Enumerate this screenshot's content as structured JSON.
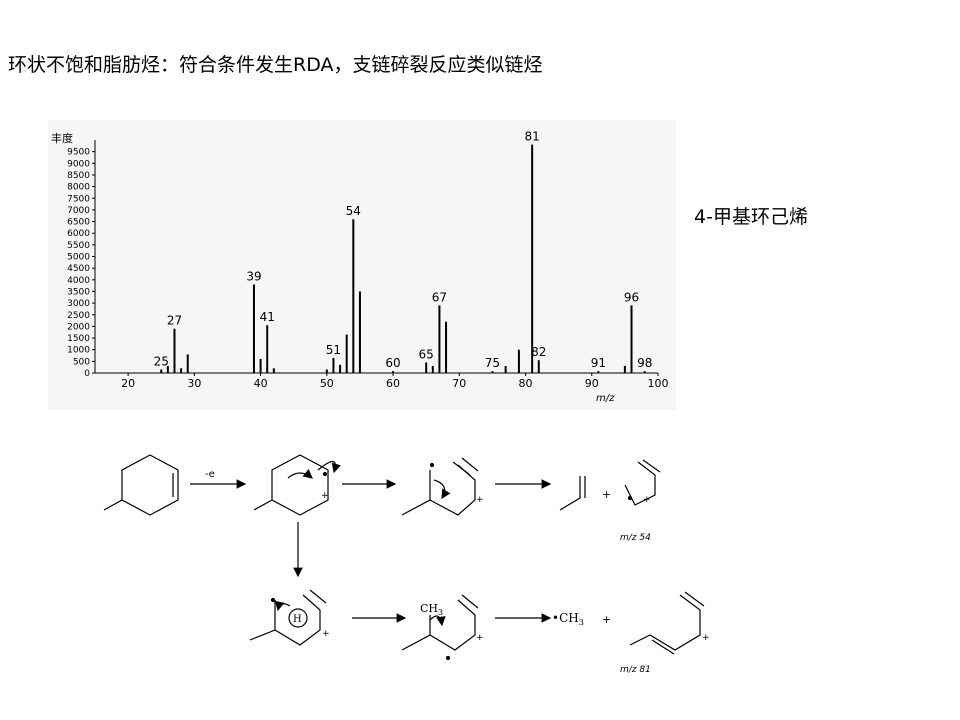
{
  "slide": {
    "heading": "环状不饱和脂肪烃：符合条件发生RDA，支链碎裂反应类似链烃",
    "compound_name": "4-甲基环己烯"
  },
  "chart_data": {
    "type": "bar",
    "title": "",
    "ylabel": "丰度",
    "xlabel": "m/z",
    "xlim": [
      15,
      100
    ],
    "ylim": [
      0,
      10000
    ],
    "x_ticks": [
      20,
      30,
      40,
      50,
      60,
      70,
      80,
      90,
      100
    ],
    "y_ticks": [
      0,
      500,
      1000,
      1500,
      2000,
      2500,
      3000,
      3500,
      4000,
      4500,
      5000,
      5500,
      6000,
      6500,
      7000,
      7500,
      8000,
      8500,
      9000,
      9500
    ],
    "peaks": [
      {
        "mz": 25,
        "intensity": 150,
        "label": "25"
      },
      {
        "mz": 26,
        "intensity": 300,
        "label": ""
      },
      {
        "mz": 27,
        "intensity": 1900,
        "label": "27"
      },
      {
        "mz": 28,
        "intensity": 200,
        "label": ""
      },
      {
        "mz": 29,
        "intensity": 800,
        "label": ""
      },
      {
        "mz": 39,
        "intensity": 3800,
        "label": "39"
      },
      {
        "mz": 40,
        "intensity": 600,
        "label": ""
      },
      {
        "mz": 41,
        "intensity": 2050,
        "label": "41"
      },
      {
        "mz": 42,
        "intensity": 200,
        "label": ""
      },
      {
        "mz": 50,
        "intensity": 150,
        "label": ""
      },
      {
        "mz": 51,
        "intensity": 650,
        "label": "51"
      },
      {
        "mz": 52,
        "intensity": 350,
        "label": ""
      },
      {
        "mz": 53,
        "intensity": 1650,
        "label": ""
      },
      {
        "mz": 54,
        "intensity": 6600,
        "label": "54"
      },
      {
        "mz": 55,
        "intensity": 3500,
        "label": ""
      },
      {
        "mz": 60,
        "intensity": 80,
        "label": "60"
      },
      {
        "mz": 65,
        "intensity": 450,
        "label": "65"
      },
      {
        "mz": 66,
        "intensity": 300,
        "label": ""
      },
      {
        "mz": 67,
        "intensity": 2900,
        "label": "67"
      },
      {
        "mz": 68,
        "intensity": 2200,
        "label": ""
      },
      {
        "mz": 75,
        "intensity": 80,
        "label": "75"
      },
      {
        "mz": 77,
        "intensity": 300,
        "label": ""
      },
      {
        "mz": 79,
        "intensity": 1000,
        "label": ""
      },
      {
        "mz": 81,
        "intensity": 9800,
        "label": "81"
      },
      {
        "mz": 82,
        "intensity": 550,
        "label": "82"
      },
      {
        "mz": 91,
        "intensity": 80,
        "label": "91"
      },
      {
        "mz": 95,
        "intensity": 300,
        "label": ""
      },
      {
        "mz": 96,
        "intensity": 2900,
        "label": "96"
      },
      {
        "mz": 98,
        "intensity": 80,
        "label": "98"
      }
    ]
  },
  "scheme": {
    "ionization_label": "-e",
    "h_label": "H",
    "ch3_label": "CH",
    "ch3_sub": "3",
    "methyl_radical_label": "•CH",
    "methyl_radical_sub": "3",
    "plus_sign": "+",
    "charge_sign": "+",
    "fragment_54_label": "m/z  54",
    "fragment_81_label": "m/z  81"
  }
}
